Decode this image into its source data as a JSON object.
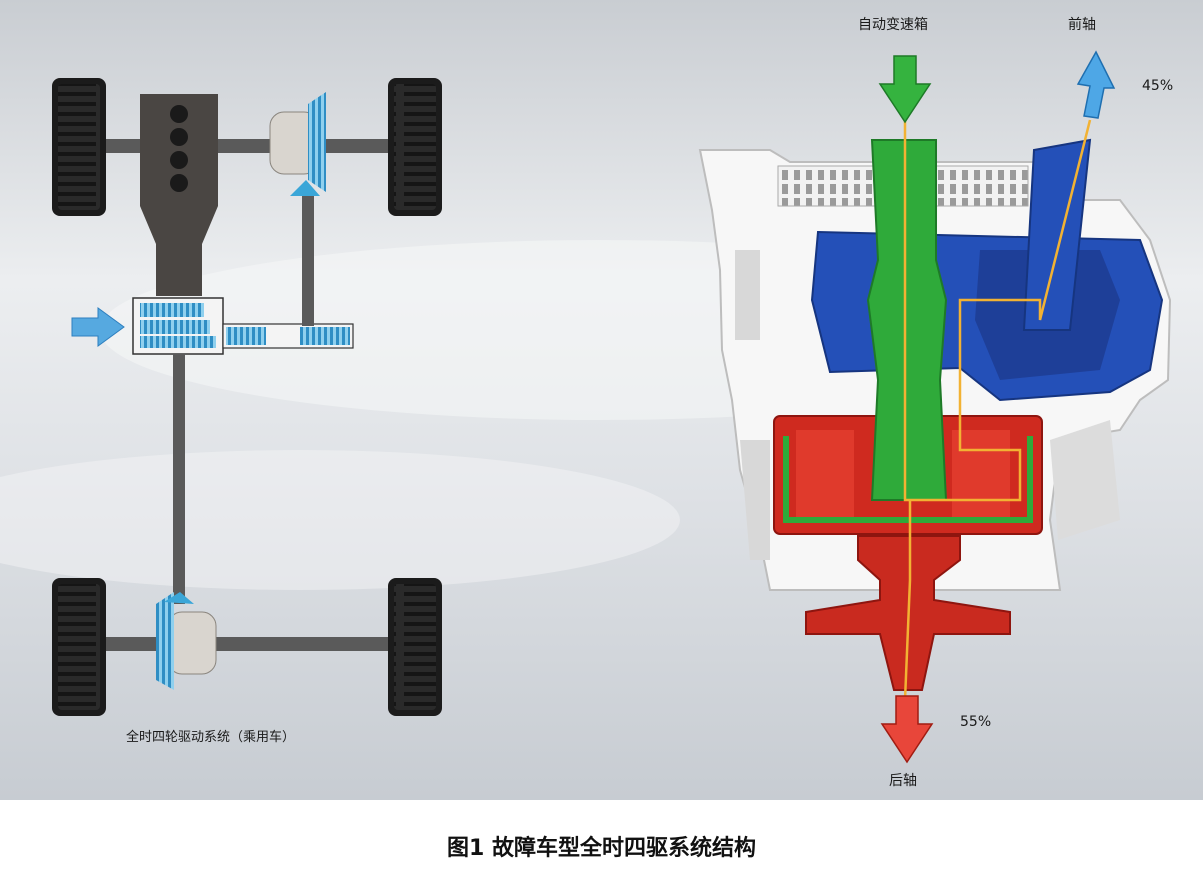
{
  "labels": {
    "gearbox": "自动变速箱",
    "front_axle": "前轴",
    "front_percent": "45%",
    "rear_percent": "55%",
    "rear_axle": "后轴",
    "system_name": "全时四轮驱动系统（乘用车）"
  },
  "caption": "图1 故障车型全时四驱系统结构",
  "torque_split": {
    "front": 45,
    "rear": 55
  },
  "colors": {
    "input_shaft": "#2faa3a",
    "front_output": "#2450b8",
    "rear_output": "#d6281e",
    "gear_teeth": "#3aa6d8",
    "housing": "#ffffff",
    "background": "#e8eaed"
  },
  "icons": {
    "input_arrow": "arrow-down-icon",
    "front_arrow": "arrow-up-icon",
    "rear_arrow": "arrow-down-icon",
    "power_in_arrow": "arrow-right-icon"
  }
}
